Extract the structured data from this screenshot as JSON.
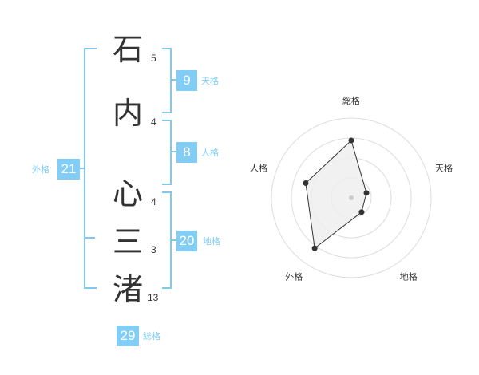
{
  "name": {
    "characters": [
      {
        "char": "石",
        "strokes": "5"
      },
      {
        "char": "内",
        "strokes": "4"
      },
      {
        "char": "心",
        "strokes": "4"
      },
      {
        "char": "三",
        "strokes": "3"
      },
      {
        "char": "渚",
        "strokes": "13"
      }
    ]
  },
  "kaku": {
    "tenkaku": {
      "value": "9",
      "label": "天格"
    },
    "jinkaku": {
      "value": "8",
      "label": "人格"
    },
    "chikaku": {
      "value": "20",
      "label": "地格"
    },
    "gaikaku": {
      "value": "21",
      "label": "外格"
    },
    "soukaku": {
      "value": "29",
      "label": "総格"
    }
  },
  "colors": {
    "accent": "#82cdf5",
    "bracket": "#7ec8f2",
    "text": "#333333",
    "fill": "#eeeeee"
  },
  "chart_data": {
    "type": "radar",
    "axes": [
      "総格",
      "天格",
      "地格",
      "外格",
      "人格"
    ],
    "values": [
      0.72,
      0.2,
      0.22,
      0.78,
      0.6
    ],
    "rings": 4
  }
}
